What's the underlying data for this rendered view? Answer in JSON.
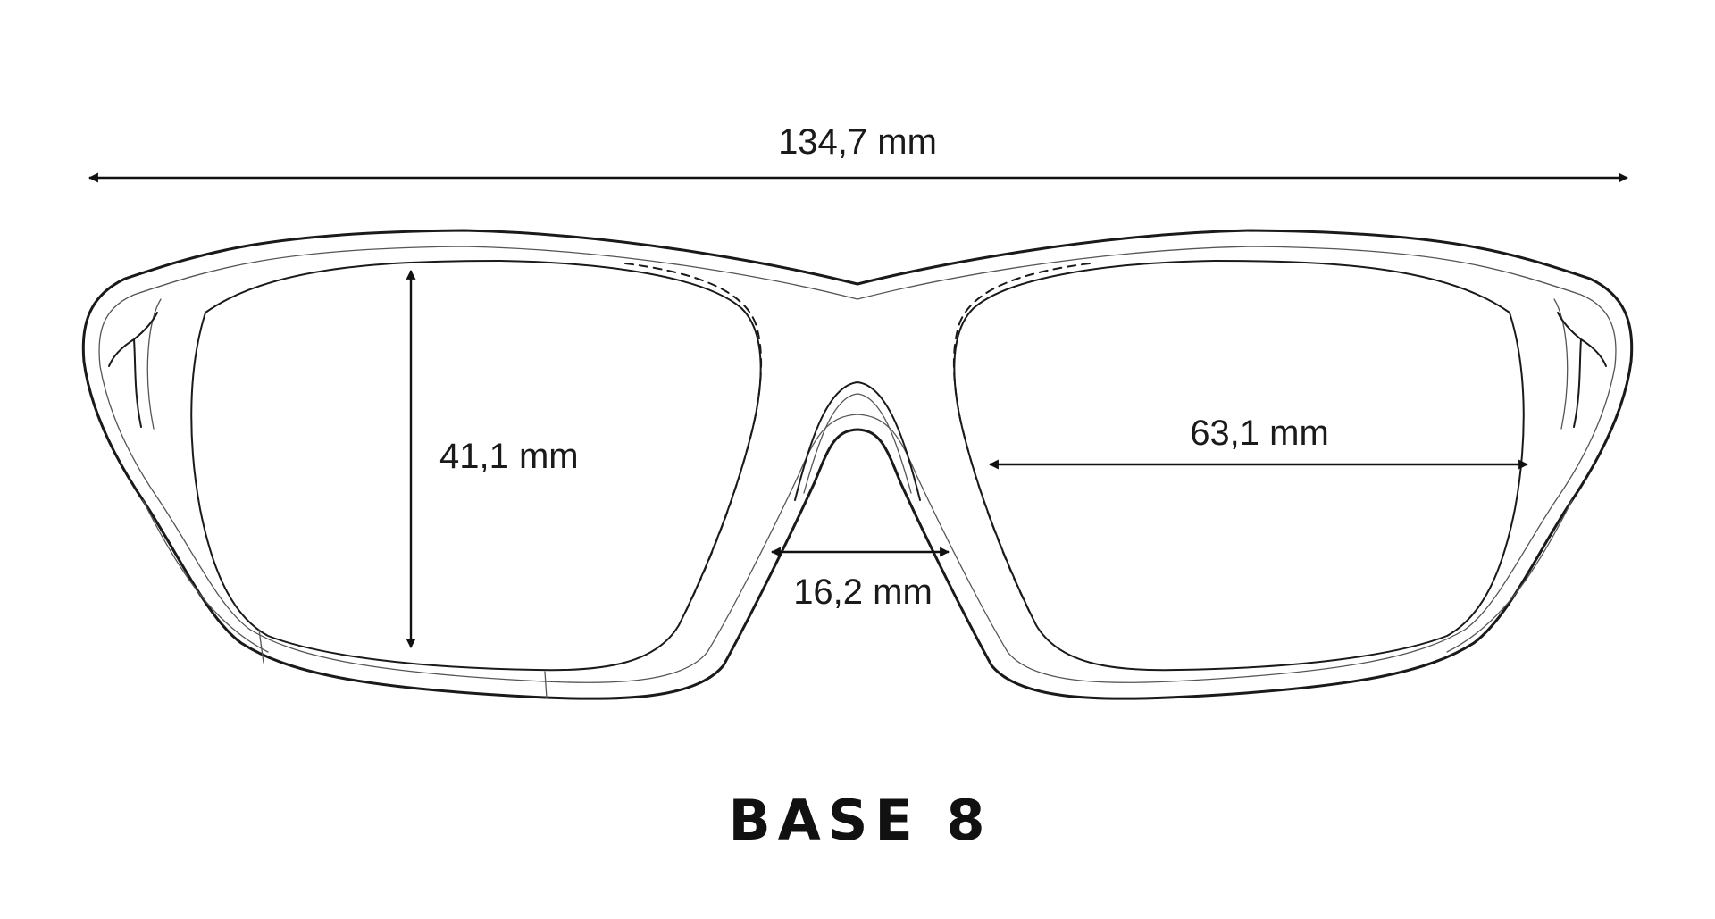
{
  "dimensions": {
    "total_width": "134,7 mm",
    "lens_height": "41,1 mm",
    "lens_width": "63,1 mm",
    "bridge_width": "16,2 mm"
  },
  "base_label": "BASE 8",
  "colors": {
    "line": "#1a1a1a",
    "background": "#ffffff"
  }
}
